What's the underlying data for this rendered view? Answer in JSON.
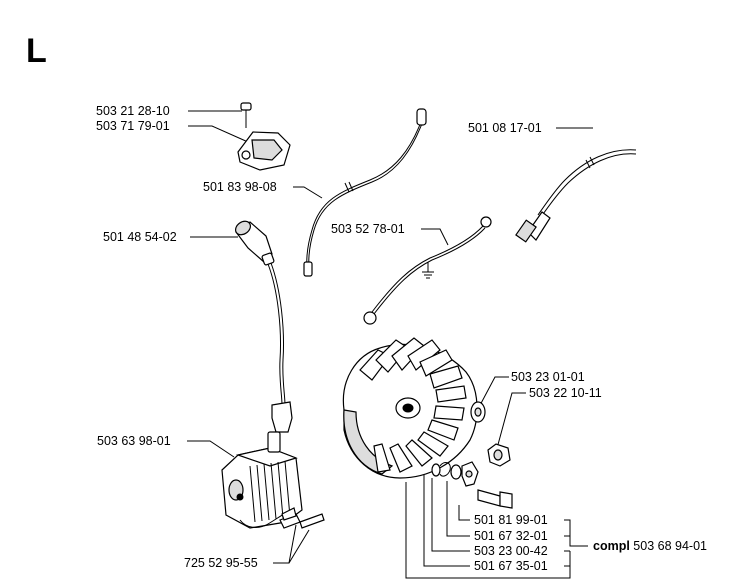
{
  "section_letter": "L",
  "parts": {
    "screw_top": "503 21 28-10",
    "switch": "503 71 79-01",
    "wire_long": "501 83 98-08",
    "plug_cap": "501 48 54-02",
    "ground_wire": "503 52 78-01",
    "fuel_line": "501 08 17-01",
    "ignition_coil": "503 63 98-01",
    "coil_screws": "725 52 95-55",
    "washer": "503 23 01-01",
    "nut": "503 22 10-11",
    "pawl_screw": "501 81 99-01",
    "pawl": "501 67 32-01",
    "spring_washer": "503 23 00-42",
    "spring": "501 67 35-01"
  },
  "compl": {
    "prefix": "compl",
    "number": "503 68 94-01"
  }
}
